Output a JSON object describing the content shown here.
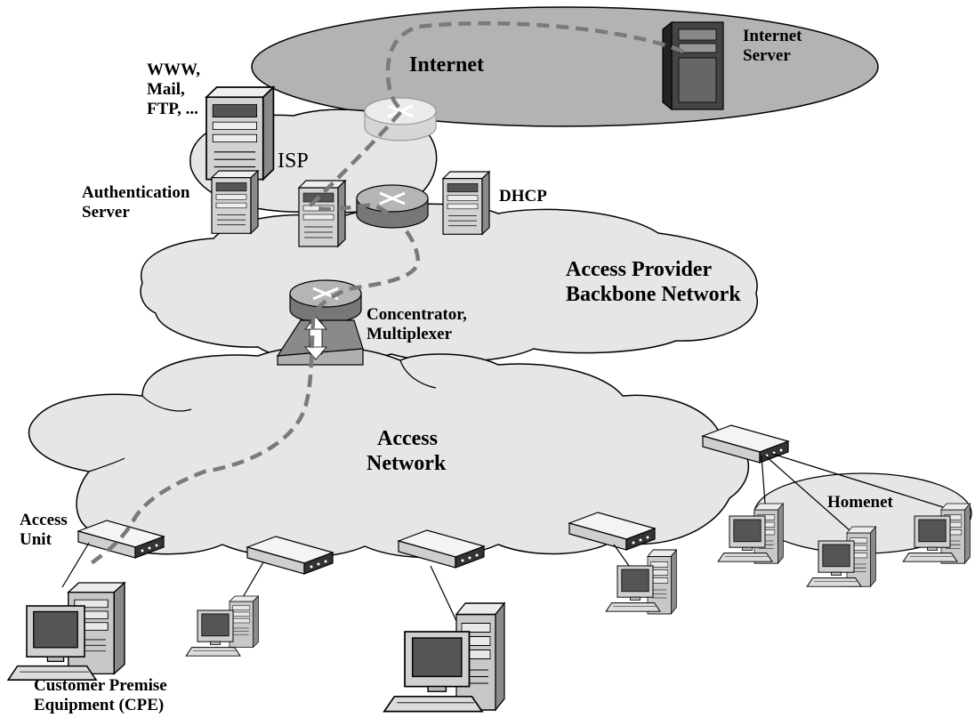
{
  "labels": {
    "internet": "Internet",
    "internet_server": [
      "Internet",
      "Server"
    ],
    "isp_services": [
      "WWW,",
      "Mail,",
      "FTP, ..."
    ],
    "isp": "ISP",
    "auth_server": [
      "Authentication",
      "Server"
    ],
    "dhcp": "DHCP",
    "backbone": [
      "Access Provider",
      "Backbone Network"
    ],
    "concentrator": [
      "Concentrator,",
      "Multiplexer"
    ],
    "access_network": [
      "Access",
      "Network"
    ],
    "homenet": "Homenet",
    "access_unit": [
      "Access",
      "Unit"
    ],
    "cpe": [
      "Customer Premise",
      "Equipment (CPE)"
    ]
  },
  "colors": {
    "cloud_fill": "#e6e6e6",
    "internet_fill": "#b3b3b3",
    "path_dash": "#7a7a7a",
    "device_dark": "#555555",
    "line": "#000000"
  }
}
